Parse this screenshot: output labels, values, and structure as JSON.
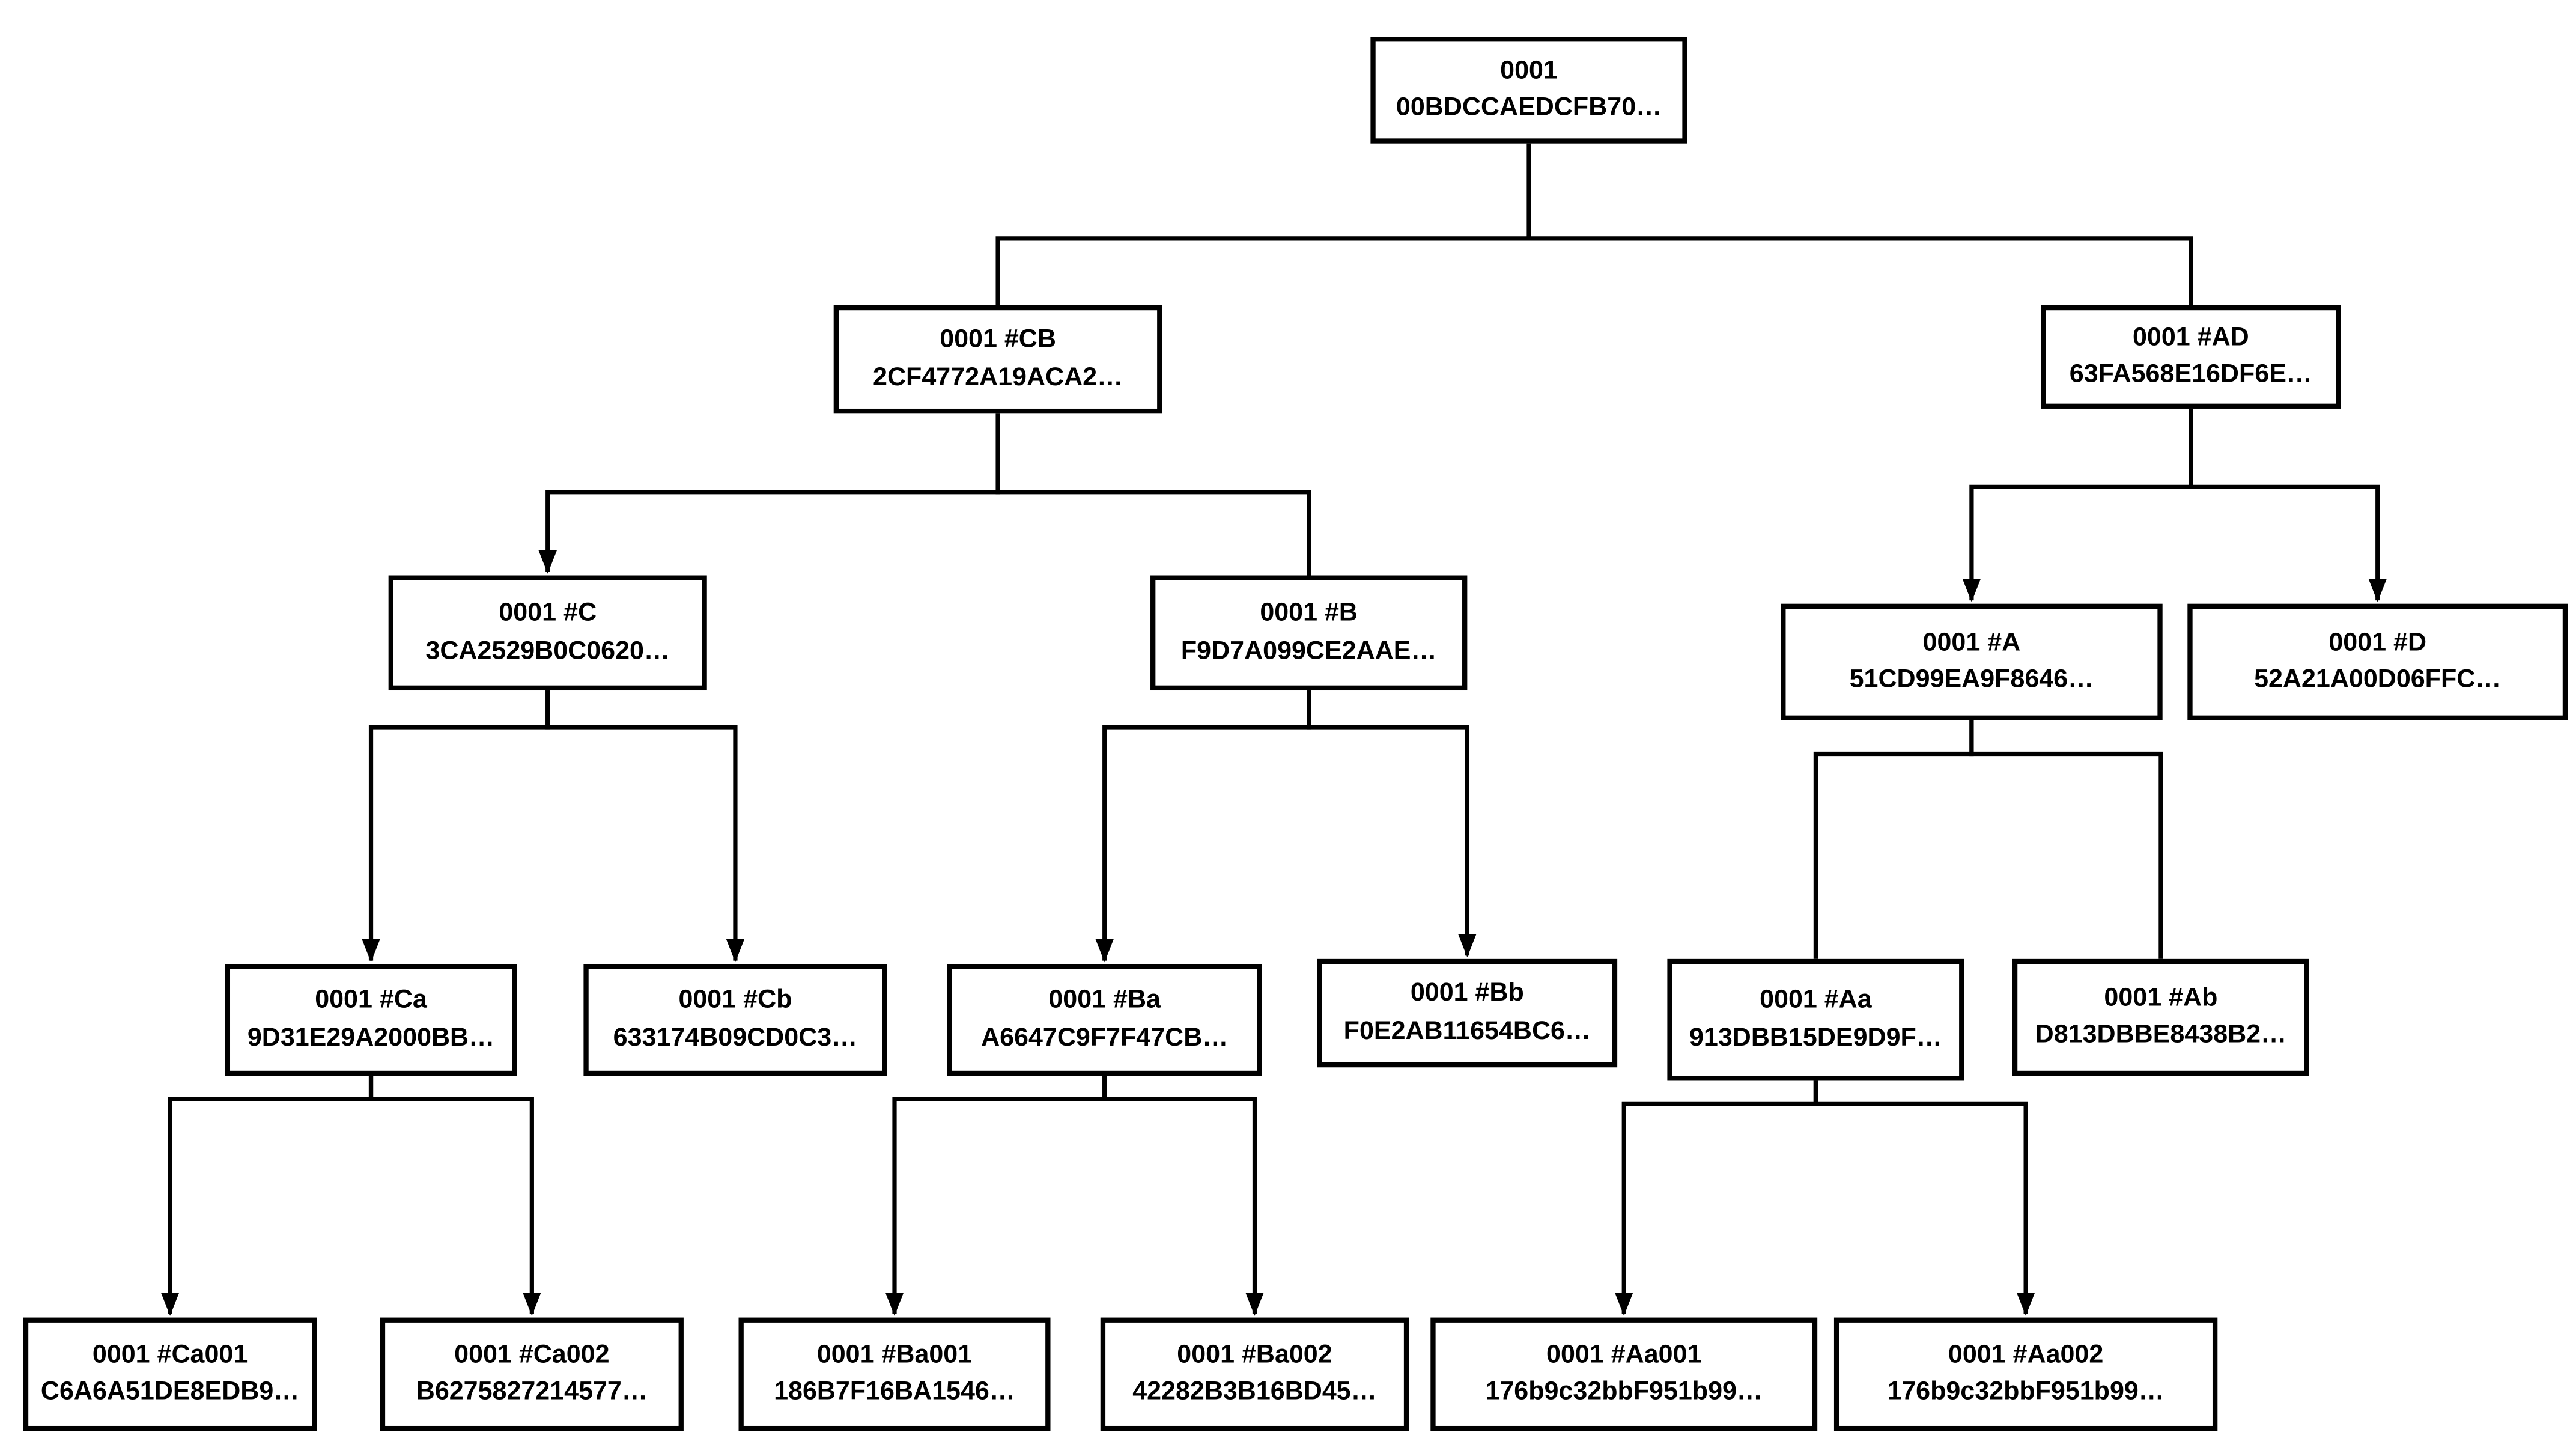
{
  "diagram": {
    "type": "tree",
    "description_colors": {
      "box_fill": "#ffffff",
      "box_border": "#000000",
      "line": "#000000",
      "text": "#000000",
      "background": "#ffffff"
    }
  },
  "nodes": {
    "root": {
      "title": "0001",
      "hash": "00BDCCAEDCFB70…"
    },
    "CB": {
      "title": "0001 #CB",
      "hash": "2CF4772A19ACA2…"
    },
    "AD": {
      "title": "0001 #AD",
      "hash": "63FA568E16DF6E…"
    },
    "C": {
      "title": "0001 #C",
      "hash": "3CA2529B0C0620…"
    },
    "B": {
      "title": "0001 #B",
      "hash": "F9D7A099CE2AAE…"
    },
    "A": {
      "title": "0001 #A",
      "hash": "51CD99EA9F8646…"
    },
    "D": {
      "title": "0001 #D",
      "hash": "52A21A00D06FFC…"
    },
    "Ca": {
      "title": "0001 #Ca",
      "hash": "9D31E29A2000BB…"
    },
    "Cb": {
      "title": "0001 #Cb",
      "hash": "633174B09CD0C3…"
    },
    "Ba": {
      "title": "0001 #Ba",
      "hash": "A6647C9F7F47CB…"
    },
    "Bb": {
      "title": "0001 #Bb",
      "hash": "F0E2AB11654BC6…"
    },
    "Aa": {
      "title": "0001 #Aa",
      "hash": "913DBB15DE9D9F…"
    },
    "Ab": {
      "title": "0001 #Ab",
      "hash": "D813DBBE8438B2…"
    },
    "Ca001": {
      "title": "0001 #Ca001",
      "hash": "C6A6A51DE8EDB9…"
    },
    "Ca002": {
      "title": "0001 #Ca002",
      "hash": "B6275827214577…"
    },
    "Ba001": {
      "title": "0001 #Ba001",
      "hash": "186B7F16BA1546…"
    },
    "Ba002": {
      "title": "0001 #Ba002",
      "hash": "42282B3B16BD45…"
    },
    "Aa001": {
      "title": "0001 #Aa001",
      "hash": "176b9c32bbF951b99…"
    },
    "Aa002": {
      "title": "0001 #Aa002",
      "hash": "176b9c32bbF951b99…"
    }
  },
  "edges": [
    {
      "from": "root",
      "to": "CB",
      "arrowhead": false
    },
    {
      "from": "root",
      "to": "AD",
      "arrowhead": false
    },
    {
      "from": "CB",
      "to": "C",
      "arrowhead": true
    },
    {
      "from": "CB",
      "to": "B",
      "arrowhead": false
    },
    {
      "from": "AD",
      "to": "A",
      "arrowhead": true
    },
    {
      "from": "AD",
      "to": "D",
      "arrowhead": true
    },
    {
      "from": "C",
      "to": "Ca",
      "arrowhead": true
    },
    {
      "from": "C",
      "to": "Cb",
      "arrowhead": true
    },
    {
      "from": "B",
      "to": "Ba",
      "arrowhead": true
    },
    {
      "from": "B",
      "to": "Bb",
      "arrowhead": true
    },
    {
      "from": "A",
      "to": "Aa",
      "arrowhead": false
    },
    {
      "from": "A",
      "to": "Ab",
      "arrowhead": false
    },
    {
      "from": "Ca",
      "to": "Ca001",
      "arrowhead": true
    },
    {
      "from": "Ca",
      "to": "Ca002",
      "arrowhead": true
    },
    {
      "from": "Ba",
      "to": "Ba001",
      "arrowhead": true
    },
    {
      "from": "Ba",
      "to": "Ba002",
      "arrowhead": true
    },
    {
      "from": "Aa",
      "to": "Aa001",
      "arrowhead": true
    },
    {
      "from": "Aa",
      "to": "Aa002",
      "arrowhead": true
    }
  ]
}
